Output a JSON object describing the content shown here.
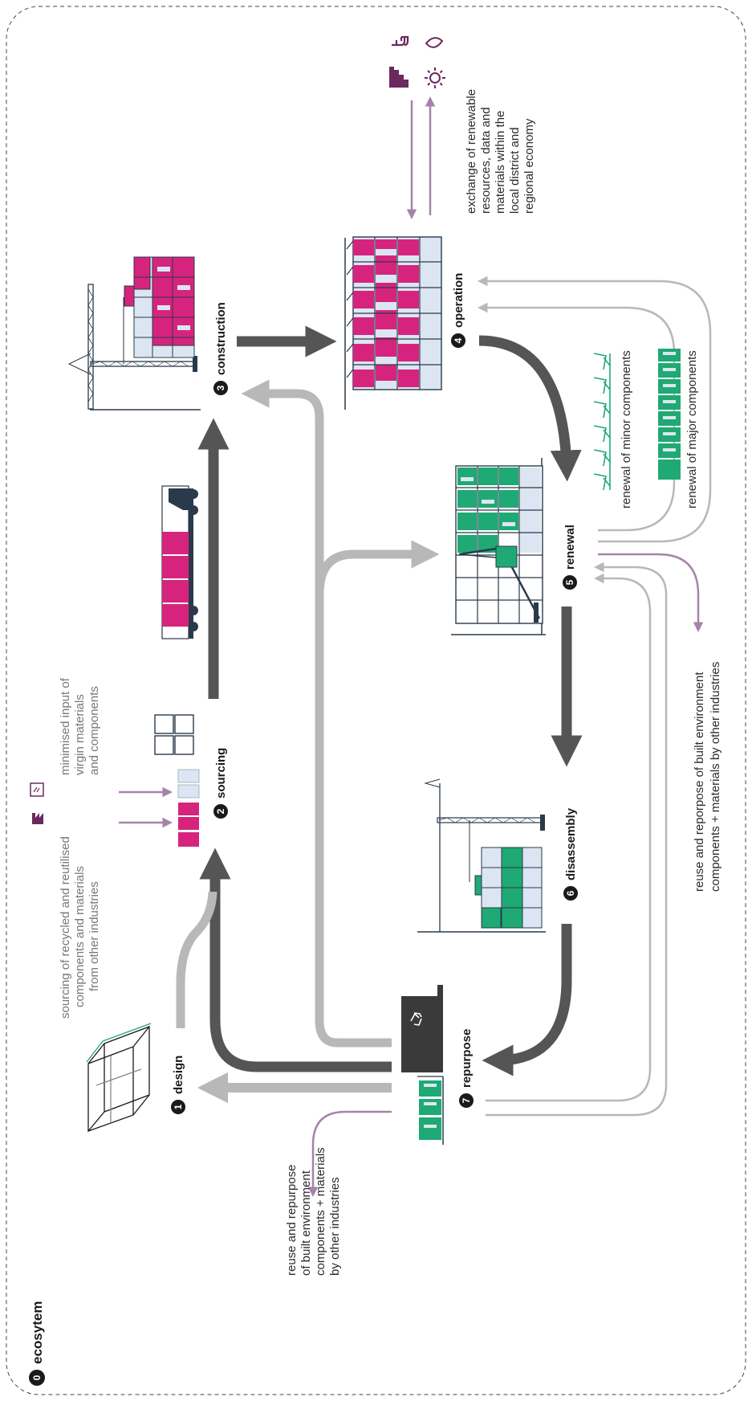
{
  "title": {
    "number": "0",
    "text": "ecosytem"
  },
  "colors": {
    "magenta": "#d6247e",
    "green": "#1fa974",
    "dark_arrow": "#555555",
    "light_arrow": "#b8b8b8",
    "purple": "#a584a9",
    "icon_purple": "#6b2a5e",
    "pale_blue": "#dce6f2",
    "structure": "#2a3a4a"
  },
  "steps": [
    {
      "num": "1",
      "label": "design"
    },
    {
      "num": "2",
      "label": "sourcing"
    },
    {
      "num": "3",
      "label": "construction"
    },
    {
      "num": "4",
      "label": "operation"
    },
    {
      "num": "5",
      "label": "renewal"
    },
    {
      "num": "6",
      "label": "disassembly"
    },
    {
      "num": "7",
      "label": "repurpose"
    }
  ],
  "notes": {
    "sourcing_recycled": [
      "sourcing of recycled and reutilised",
      "components and materials",
      "from other industries"
    ],
    "minimised_input": [
      "minimised input of",
      "virgin materials",
      "and components"
    ],
    "exchange": [
      "exchange of renewable",
      "resources, data and",
      "materials within the",
      "local district and",
      "regional economy"
    ],
    "minor": "renewal of minor components",
    "major": "renewal of major components",
    "reuse_right": [
      "reuse and reporpose of built environment",
      "components + materials by other industries"
    ],
    "reuse_left": [
      "reuse and repurpose",
      "of built environment",
      "components + materials",
      "by other industries"
    ]
  },
  "icons": [
    "factory-icon",
    "certificate-icon",
    "plug-icon",
    "water-drop-icon",
    "data-bars-icon",
    "sun-icon",
    "recycle-icon"
  ]
}
